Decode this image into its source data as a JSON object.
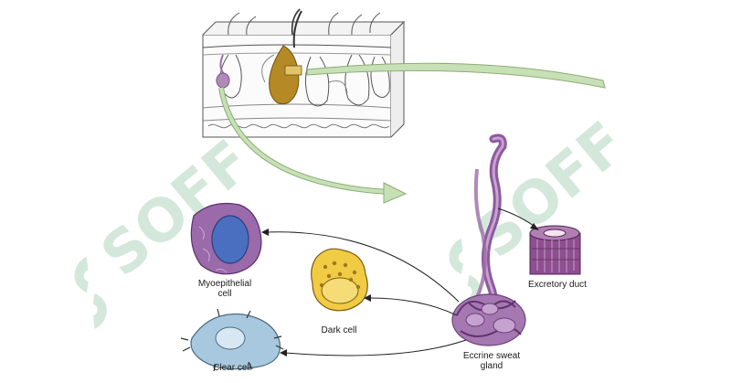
{
  "labels": {
    "myoepithelial": "Myoepithelial\ncell",
    "dark_cell": "Dark cell",
    "clear_cell": "Clear cell",
    "eccrine": "Eccrine sweat\ngland",
    "excretory": "Excretory duct"
  },
  "watermark": {
    "text": "SOFF",
    "color": "#cfe6d8"
  },
  "colors": {
    "skin_outline": "#555555",
    "arrow_green": "#b9d7a4",
    "arrow_green_edge": "#7fa36b",
    "gland_purple": "#9b6ca8",
    "myo_purple": "#8e5a9e",
    "myo_blue": "#3f66b4",
    "dark_yellow": "#f0c94a",
    "clear_blue": "#9fc4dc",
    "duct_purple": "#8d4f8f",
    "hair_gold": "#b58a26"
  }
}
